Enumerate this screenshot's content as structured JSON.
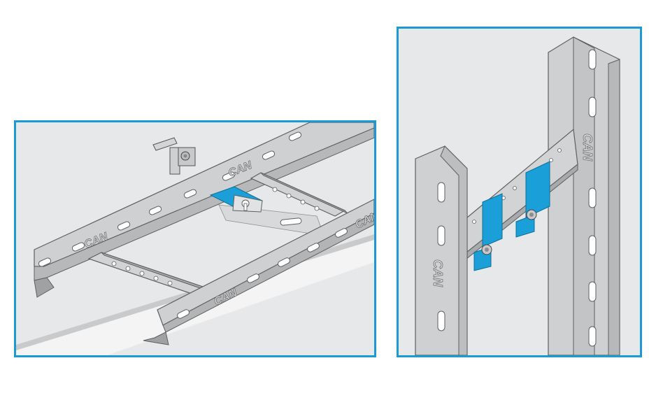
{
  "brand_mark": "CAN",
  "colors": {
    "frame": "#1b9bd3",
    "clip": "#1a9fd8",
    "steel": "#cfd0d1",
    "steel_dark": "#9a9c9e",
    "background": "#e7e8e9"
  },
  "icons": [
    "cable-ladder-illustration",
    "vertical-ladder-illustration",
    "coupler-plate-icon"
  ]
}
